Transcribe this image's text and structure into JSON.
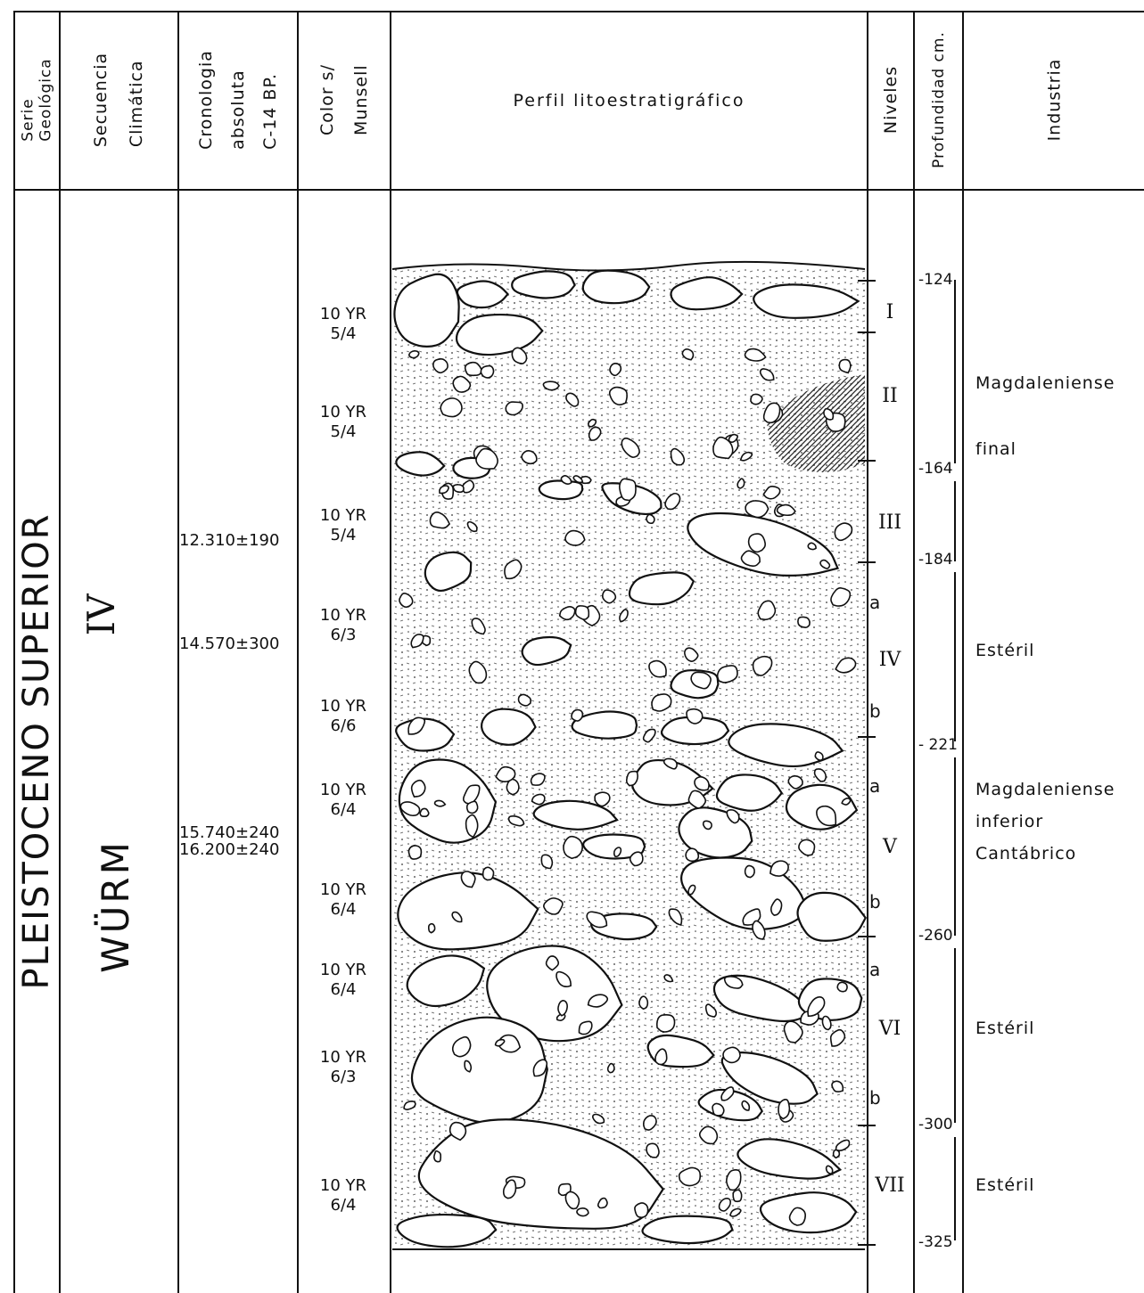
{
  "headers": {
    "serie": [
      "Serie",
      "Geológica"
    ],
    "secuencia": [
      "Secuencia",
      "Climática"
    ],
    "cronologia": [
      "Cronologia",
      "absoluta",
      "C-14  BP."
    ],
    "color": [
      "Color  s/",
      "Munsell"
    ],
    "perfil": "Perfil  litoestratigráfico",
    "niveles": "Niveles",
    "profundidad": "Profundidad  cm.",
    "industria": "Industria"
  },
  "serie_label": "PLEISTOCENO    SUPERIOR",
  "secuencia_label": "WÜRM",
  "secuencia_phase": "IV",
  "c14": [
    "12.310±190",
    "14.570±300",
    "15.740±240",
    "16.200±240"
  ],
  "munsell": [
    [
      "10  YR",
      "5/4"
    ],
    [
      "10  YR",
      "5/4"
    ],
    [
      "10  YR",
      "5/4"
    ],
    [
      "10  YR",
      "6/3"
    ],
    [
      "10  YR",
      "6/6"
    ],
    [
      "10  YR",
      "6/4"
    ],
    [
      "10  YR",
      "6/4"
    ],
    [
      "10  YR",
      "6/4"
    ],
    [
      "10  YR",
      "6/3"
    ],
    [
      "10  YR",
      "6/4"
    ]
  ],
  "niveles": [
    "I",
    "II",
    "III",
    "IV",
    "V",
    "VI",
    "VII"
  ],
  "subniveles": [
    "a",
    "b",
    "a",
    "b",
    "a",
    "b"
  ],
  "profundidad": [
    "-124",
    "-164",
    "-184",
    "- 221",
    "-260",
    "-300",
    "-325"
  ],
  "industria": {
    "magd_final": [
      "Magdaleniense",
      "final"
    ],
    "esteril_1": "Estéril",
    "magd_inferior": [
      "Magdaleniense",
      "inferior",
      "Cantábrico"
    ],
    "esteril_2": "Estéril",
    "esteril_3": "Estéril"
  }
}
